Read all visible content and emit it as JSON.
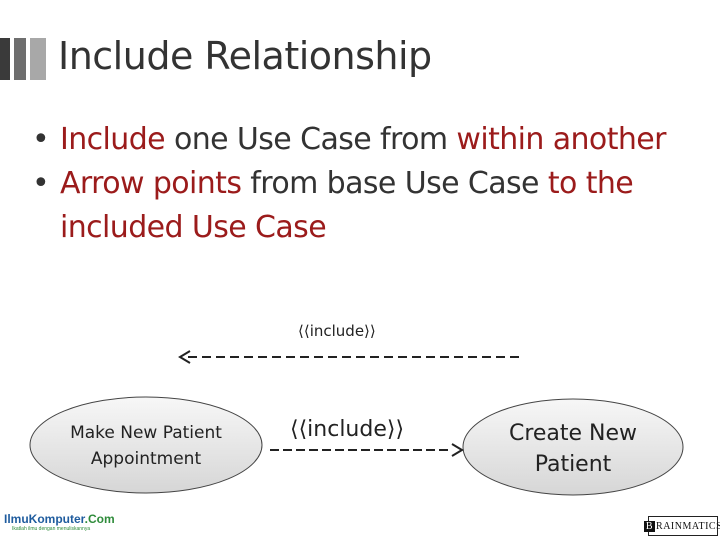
{
  "slide": {
    "title": "Include Relationship",
    "accent_colors": {
      "bar_dark": "#3a3a3a",
      "bar_mid": "#6e6e6e",
      "bar_light": "#a8a8a8",
      "emphasis": "#9b1b1b"
    }
  },
  "bullets": [
    {
      "parts": [
        "Include",
        " one Use Case from ",
        "within another"
      ]
    },
    {
      "parts": [
        "Arrow points",
        " from base Use Case ",
        "to the included Use Case"
      ]
    }
  ],
  "diagram": {
    "top_arrow_label": "⟨⟨include⟩⟩",
    "base_use_case": "Make New Patient Appointment",
    "middle_arrow_label": "⟨⟨include⟩⟩",
    "included_use_case": "Create New Patient"
  },
  "logos": {
    "left_main": "IlmuKomputer",
    "left_suffix": ".Com",
    "left_tagline": "Ikatlah ilmu dengan menuliskannya",
    "right_b": "B",
    "right_rest": "RAINMATICS"
  }
}
